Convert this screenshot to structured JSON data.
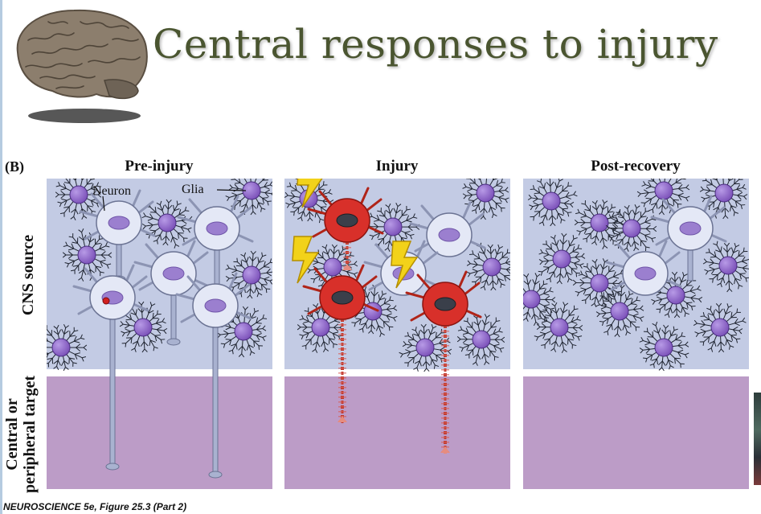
{
  "slide": {
    "title": "Central responses to injury",
    "part_label": "(B)",
    "caption": "NEUROSCIENCE 5e, Figure 25.3 (Part 2)"
  },
  "columns": {
    "pre_injury": "Pre-injury",
    "injury": "Injury",
    "post_recovery": "Post-recovery"
  },
  "rows": {
    "cns_source": "CNS source",
    "target_line1": "Central or",
    "target_line2": "peripheral target"
  },
  "labels": {
    "neuron": "Neuron",
    "glia": "Glia"
  },
  "colors": {
    "title_text": "#4a5530",
    "cns_background": "#c3cbe4",
    "target_background": "#bc9cc7",
    "healthy_neuron": "#e4e8f6",
    "injured_neuron": "#d8302a",
    "glia_body": "#7a4fb8",
    "glia_processes": "#1f2430",
    "lightning": "#f2d21a"
  }
}
